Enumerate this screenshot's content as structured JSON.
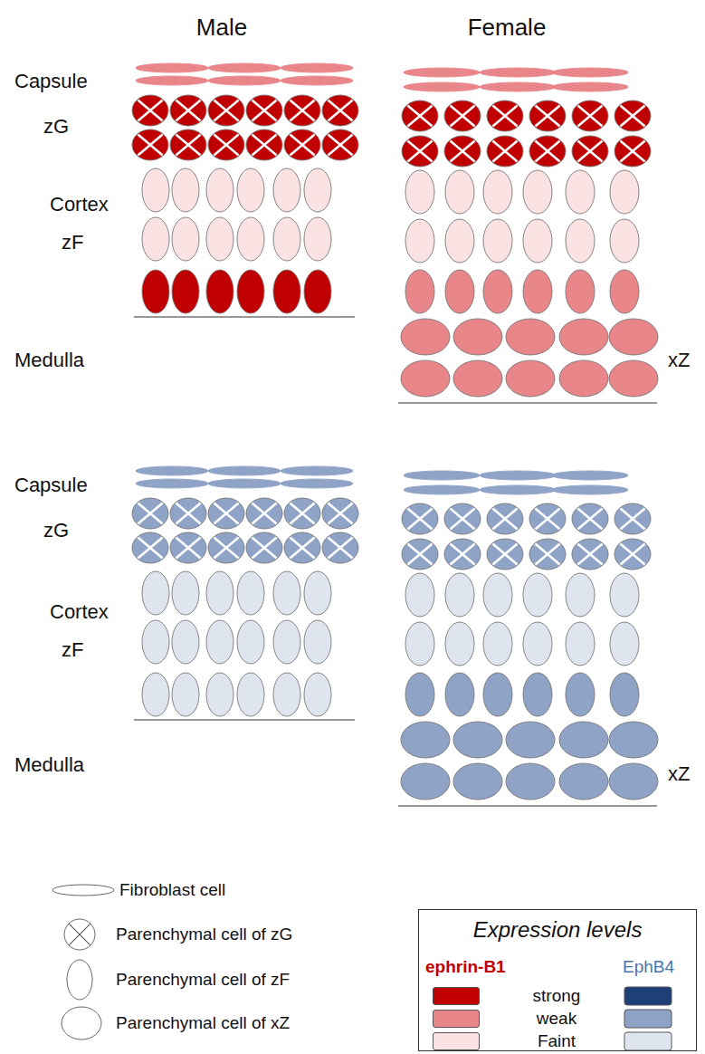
{
  "diagram": {
    "nodes": [
      {
        "text": [
          "Expression levels"
        ]
      }
    ],
    "labels": [
      "Male",
      "Female",
      "Capsule",
      "zG",
      "Cortex",
      "zF",
      "Medulla",
      "xZ",
      "Capsule",
      "zG",
      "Cortex",
      "zF",
      "Medulla",
      "xZ",
      "ephrin-B1",
      "EphB4"
    ],
    "legend": [
      {
        "text": "Fibroblast cell"
      },
      {
        "text": "Parenchymal cell of zG"
      },
      {
        "text": "Parenchymal cell of zF"
      },
      {
        "text": "Parenchymal cell of xZ"
      },
      {
        "text": "strong",
        "color": "#c00000"
      },
      {
        "text": "weak",
        "color": "#e8868a"
      },
      {
        "text": "Faint",
        "color": "#fbe3e3"
      }
    ]
  }
}
